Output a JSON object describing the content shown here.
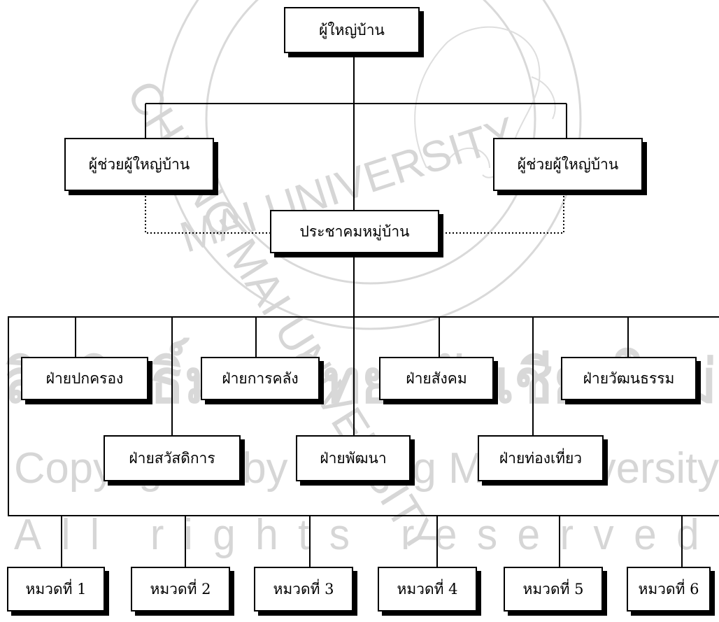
{
  "chart": {
    "head": "ผู้ใหญ่บ้าน",
    "assistant_left": "ผู้ช่วยผู้ใหญ่บ้าน",
    "assistant_right": "ผู้ช่วยผู้ใหญ่บ้าน",
    "community": "ประชาคมหมู่บ้าน",
    "departments": [
      "ฝ่ายปกครอง",
      "ฝ่ายการคลัง",
      "ฝ่ายสังคม",
      "ฝ่ายวัฒนธรรม",
      "ฝ่ายสวัสดิการ",
      "ฝ่ายพัฒนา",
      "ฝ่ายท่องเที่ยว"
    ],
    "groups": [
      "หมวดที่ 1",
      "หมวดที่ 2",
      "หมวดที่ 3",
      "หมวดที่ 4",
      "หมวดที่ 5",
      "หมวดที่ 6"
    ]
  },
  "watermark": {
    "seal_top": "CHIANG MAI UNIVERSITY",
    "seal_bottom": "MAI UNIVERSITY",
    "line1": "ลิขสิทธิ์มหาวิทยาลัยเชียงใหม่",
    "line2": "Copyright© by Chiang Mai University",
    "line3": "All rights reserved"
  }
}
